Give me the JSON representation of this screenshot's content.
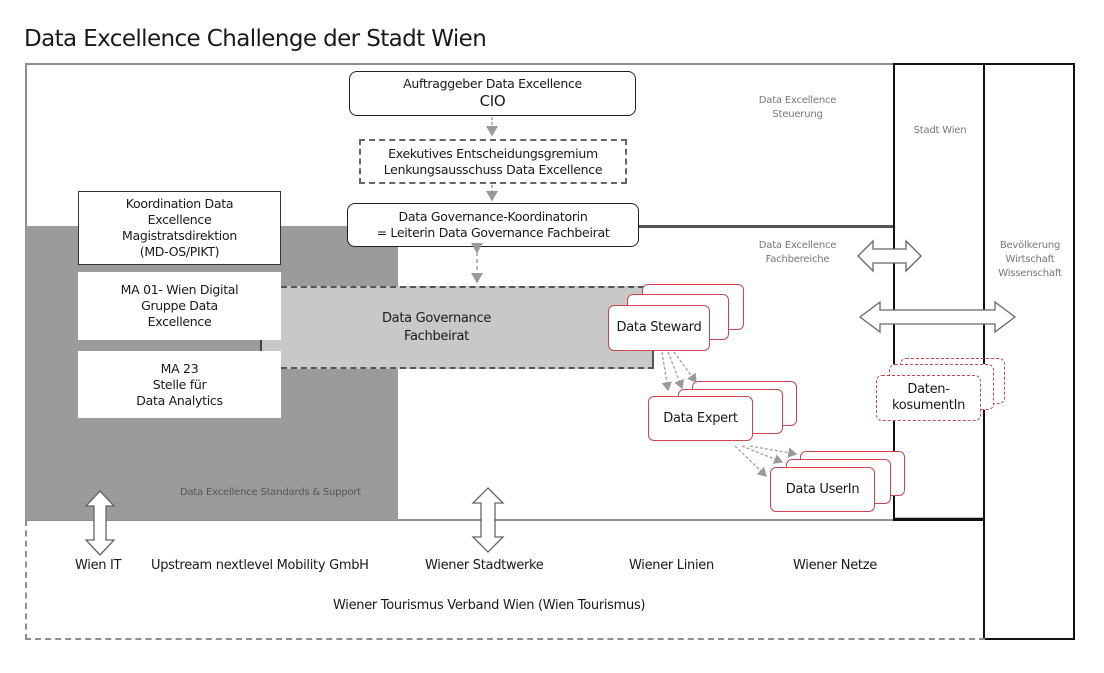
{
  "title": "Data Excellence Challenge der Stadt Wien",
  "zones": {
    "steuerung": [
      "Data Excellence",
      "Steuerung"
    ],
    "fachbereiche": [
      "Data Excellence",
      "Fachbereiche"
    ],
    "standards_support": "Data Excellence Standards & Support",
    "stadt_wien": "Stadt Wien",
    "society": [
      "Bevölkerung",
      "Wirtschaft",
      "Wissenschaft"
    ]
  },
  "governance": {
    "auftraggeber": [
      "Auftraggeber Data Excellence",
      "CIO"
    ],
    "gremium": [
      "Exekutives Entscheidungsgremium",
      "Lenkungsausschuss Data Excellence"
    ],
    "koordinatorin": [
      "Data Governance-Koordinatorin",
      "= Leiterin Data Governance Fachbeirat"
    ],
    "fachbeirat": [
      "Data Governance",
      "Fachbeirat"
    ]
  },
  "support_units": [
    [
      "Koordination Data",
      "Excellence",
      "Magistratsdirektion",
      "(MD-OS/PIKT)"
    ],
    [
      "MA 01- Wien Digital",
      "Gruppe Data",
      "Excellence"
    ],
    [
      "MA 23",
      "Stelle für",
      "Data Analytics"
    ]
  ],
  "roles": {
    "steward": "Data Steward",
    "expert": "Data Expert",
    "user": "Data UserIn",
    "consumer": [
      "Daten-",
      "kosumentIn"
    ]
  },
  "organizations": {
    "row1": [
      "Wien IT",
      "Upstream nextlevel Mobility GmbH",
      "Wiener Stadtwerke",
      "Wiener Linien",
      "Wiener Netze"
    ],
    "row2": "Wiener Tourismus Verband Wien (Wien Tourismus)"
  },
  "colors": {
    "dark_grey_zone": "#9b9b9b",
    "fachbeirat_fill": "#c8c8c8",
    "role_red": "#d0454f",
    "line_grey": "#888888",
    "arrow_grey": "#a0a0a0"
  }
}
